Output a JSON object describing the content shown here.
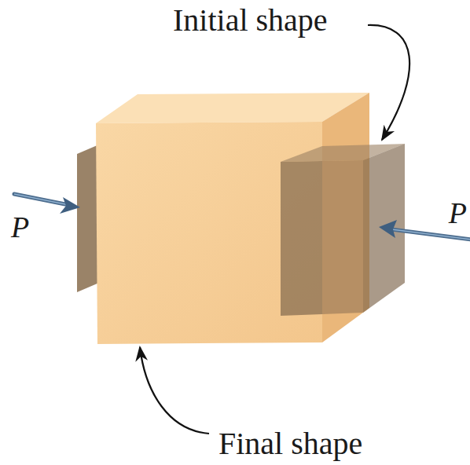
{
  "diagram": {
    "labels": [
      "Initial shape",
      "Final shape",
      "P",
      "P"
    ]
  }
}
